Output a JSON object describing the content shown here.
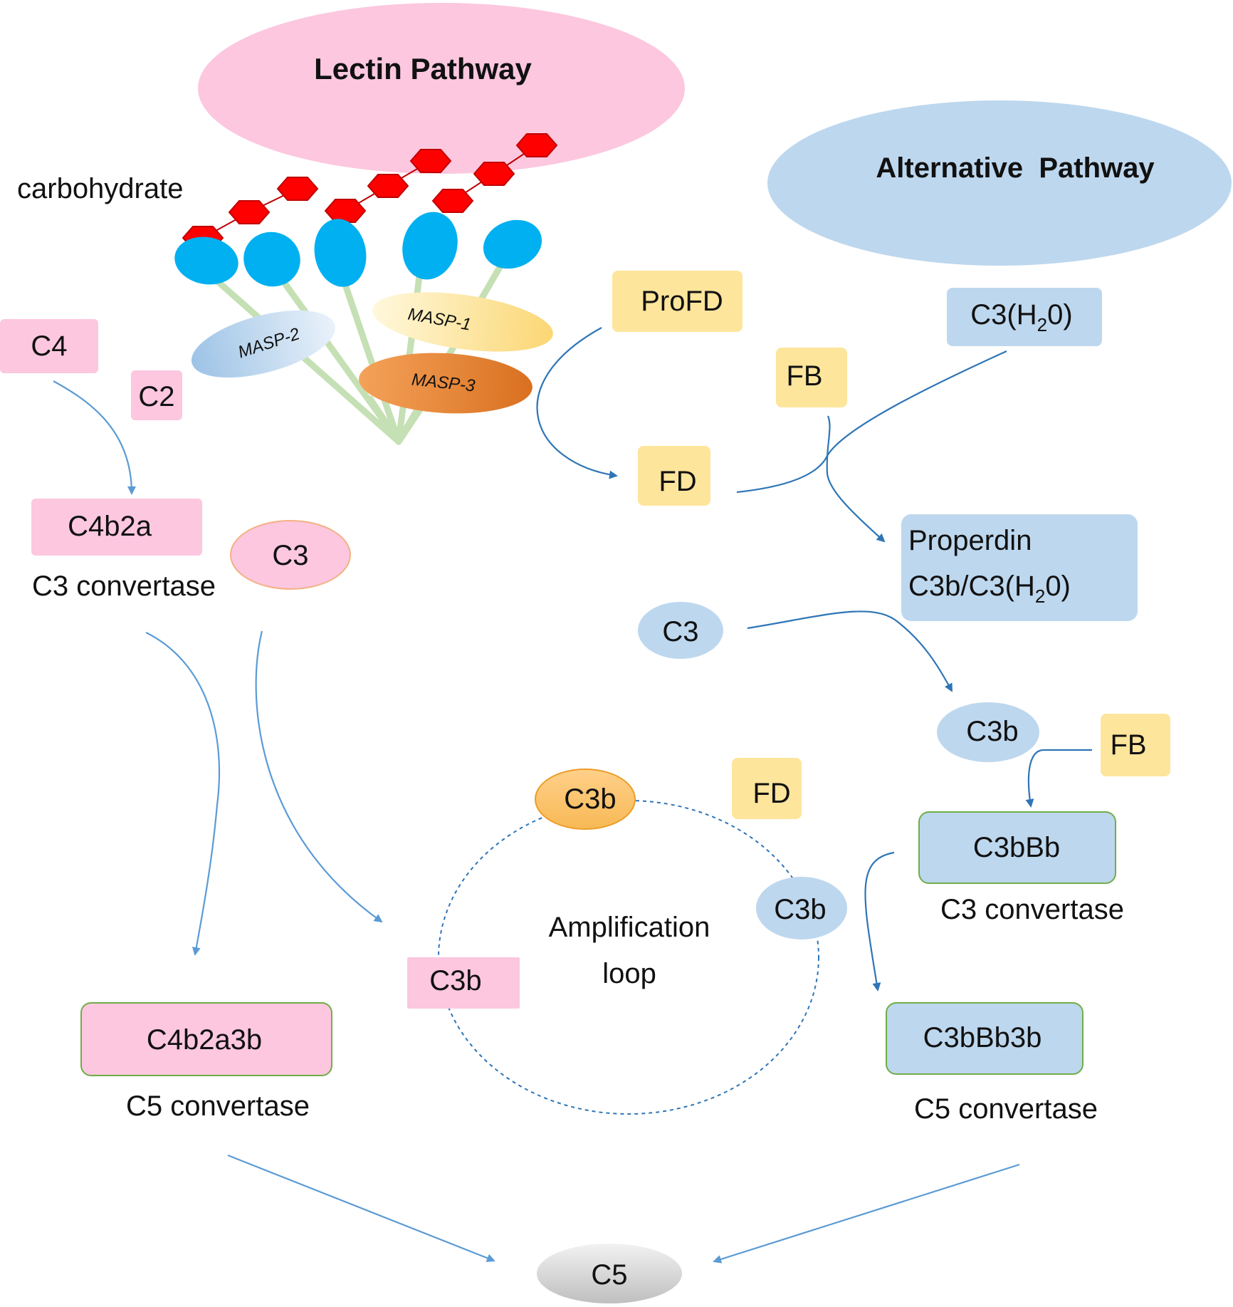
{
  "lectin": {
    "title": "Lectin Pathway",
    "carbohydrate_label": "carbohydrate",
    "masp1": "MASP-1",
    "masp2": "MASP-2",
    "masp3": "MASP-3",
    "c4": "C4",
    "c2": "C2",
    "c4b2a": "C4b2a",
    "c3_convertase_label": "C3 convertase",
    "c3": "C3",
    "c4b2a3b": "C4b2a3b",
    "c5_convertase_label": "C5 convertase"
  },
  "alternative": {
    "title": "Alternative  Pathway",
    "profd": "ProFD",
    "c3h2o": {
      "main": "C3(H",
      "sub": "2",
      "end": "0)"
    },
    "fb_top": "FB",
    "fd_top": "FD",
    "properdin": {
      "line1": "Properdin",
      "line2_main": "C3b/C3(H",
      "line2_sub": "2",
      "line2_end": "0)"
    },
    "c3": "C3",
    "c3b": "C3b",
    "fb_right": "FB",
    "c3bbb": "C3bBb",
    "c3_convertase_label": "C3 convertase",
    "c3bbb3b": "C3bBb3b",
    "c5_convertase_label": "C5 convertase"
  },
  "loop": {
    "label_line1": "Amplification",
    "label_line2": "loop",
    "c3b_top": "C3b",
    "fd": "FD",
    "c3b_right": "C3b",
    "c3b_left": "C3b"
  },
  "final": {
    "c5": "C5"
  },
  "colors": {
    "lectin_pink": "#fcc7df",
    "alt_blue": "#bdd7ee",
    "yellow": "#fee59c",
    "arrow_blue": "#2e75b6",
    "hexagon_red": "#ff0000",
    "lectin_head_blue": "#00b0f0",
    "stalk_green": "#c5e0b4"
  }
}
